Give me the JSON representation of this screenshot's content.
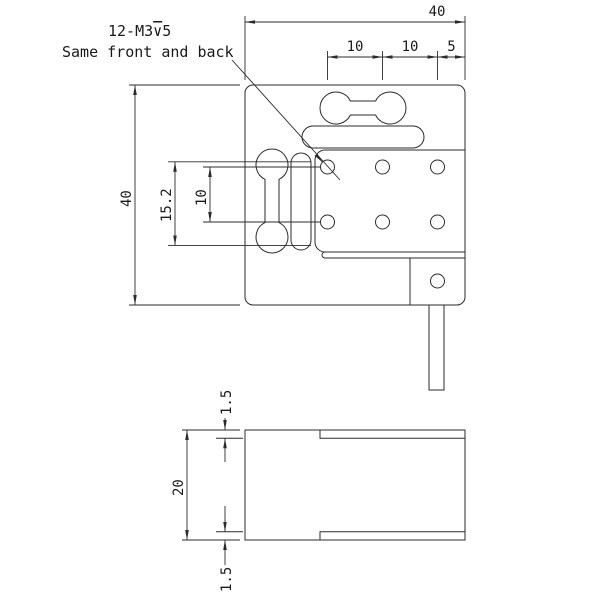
{
  "annotation": {
    "thread": "12-M3",
    "depth_symbol": "∨",
    "depth": "5",
    "note": "Same front and back"
  },
  "front_view": {
    "dim_width": "40",
    "dim_height": "40",
    "dim_col_1": "10",
    "dim_col_2": "10",
    "dim_col_3": "5",
    "dim_row_span": "15.2",
    "dim_row_pitch": "10"
  },
  "side_view": {
    "dim_height": "20",
    "dim_top_plate": "1.5",
    "dim_bottom_plate": "1.5"
  },
  "style": {
    "line_color": "#2b2b2b",
    "text_color": "#1a1a1a",
    "background": "#ffffff"
  }
}
